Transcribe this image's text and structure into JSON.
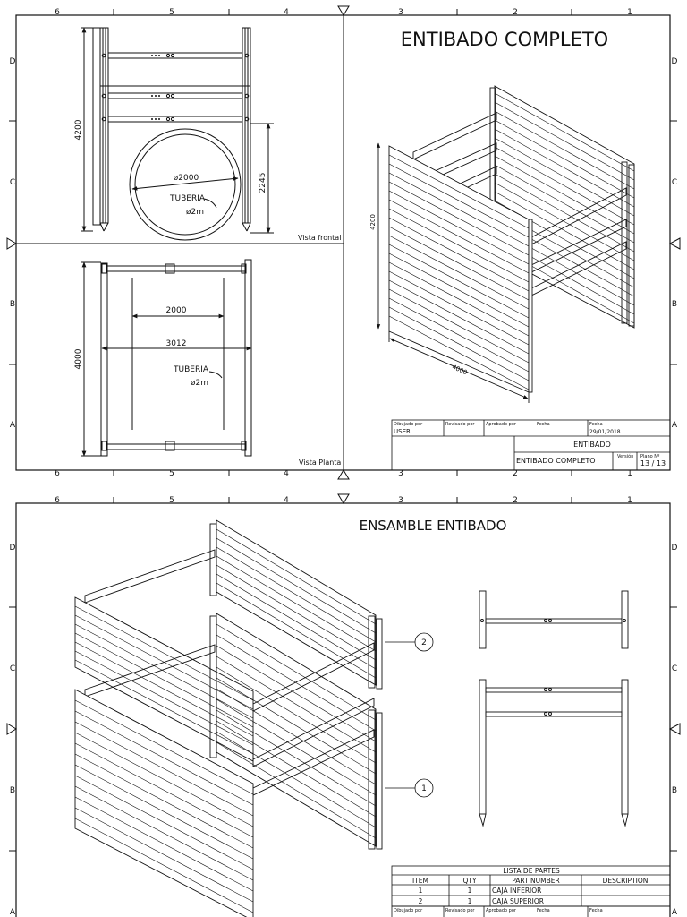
{
  "sheet1": {
    "border_numbers": [
      "6",
      "5",
      "4",
      "3",
      "2",
      "1"
    ],
    "border_letters": [
      "D",
      "C",
      "B",
      "A"
    ],
    "title": "ENTIBADO COMPLETO",
    "front_view": {
      "height_dim": "4200",
      "side_dim": "2245",
      "circle_dim": "ø2000",
      "pipe_label": "TUBERIA",
      "pipe_size": "ø2m",
      "view_label": "Vista frontal"
    },
    "plan_view": {
      "height_dim": "4000",
      "inner_dim": "2000",
      "outer_dim": "3012",
      "pipe_label": "TUBERIA",
      "pipe_size": "ø2m",
      "view_label": "Vista Planta"
    },
    "iso_view": {
      "height_dim": "4200",
      "length_dim": "4000"
    },
    "title_block": {
      "drawn_by_label": "Dibujado por",
      "drawn_by": "USER",
      "reviewed_label": "Revisado por",
      "approved_label": "Aprobado por",
      "date_label_1": "Fecha",
      "date_label_2": "Fecha",
      "date": "29/01/2018",
      "project": "ENTIBADO",
      "name": "ENTIBADO COMPLETO",
      "version_label": "Versión",
      "sheet_label": "Plano Nº",
      "sheet": "13 / 13"
    }
  },
  "sheet2": {
    "border_numbers": [
      "6",
      "5",
      "4",
      "3",
      "2",
      "1"
    ],
    "border_letters": [
      "D",
      "C",
      "B",
      "A"
    ],
    "title": "ENSAMBLE ENTIBADO",
    "balloons": [
      "2",
      "1"
    ],
    "parts_list": {
      "title": "LISTA DE PARTES",
      "headers": [
        "ITEM",
        "QTY",
        "PART NUMBER",
        "DESCRIPTION"
      ],
      "rows": [
        [
          "1",
          "1",
          "CAJA INFERIOR",
          ""
        ],
        [
          "2",
          "1",
          "CAJA SUPERIOR",
          ""
        ]
      ]
    },
    "title_block": {
      "drawn_by_label": "Dibujado por",
      "reviewed_label": "Revisado por",
      "approved_label": "Aprobado por",
      "date_label_1": "Fecha",
      "date_label_2": "Fecha"
    }
  }
}
